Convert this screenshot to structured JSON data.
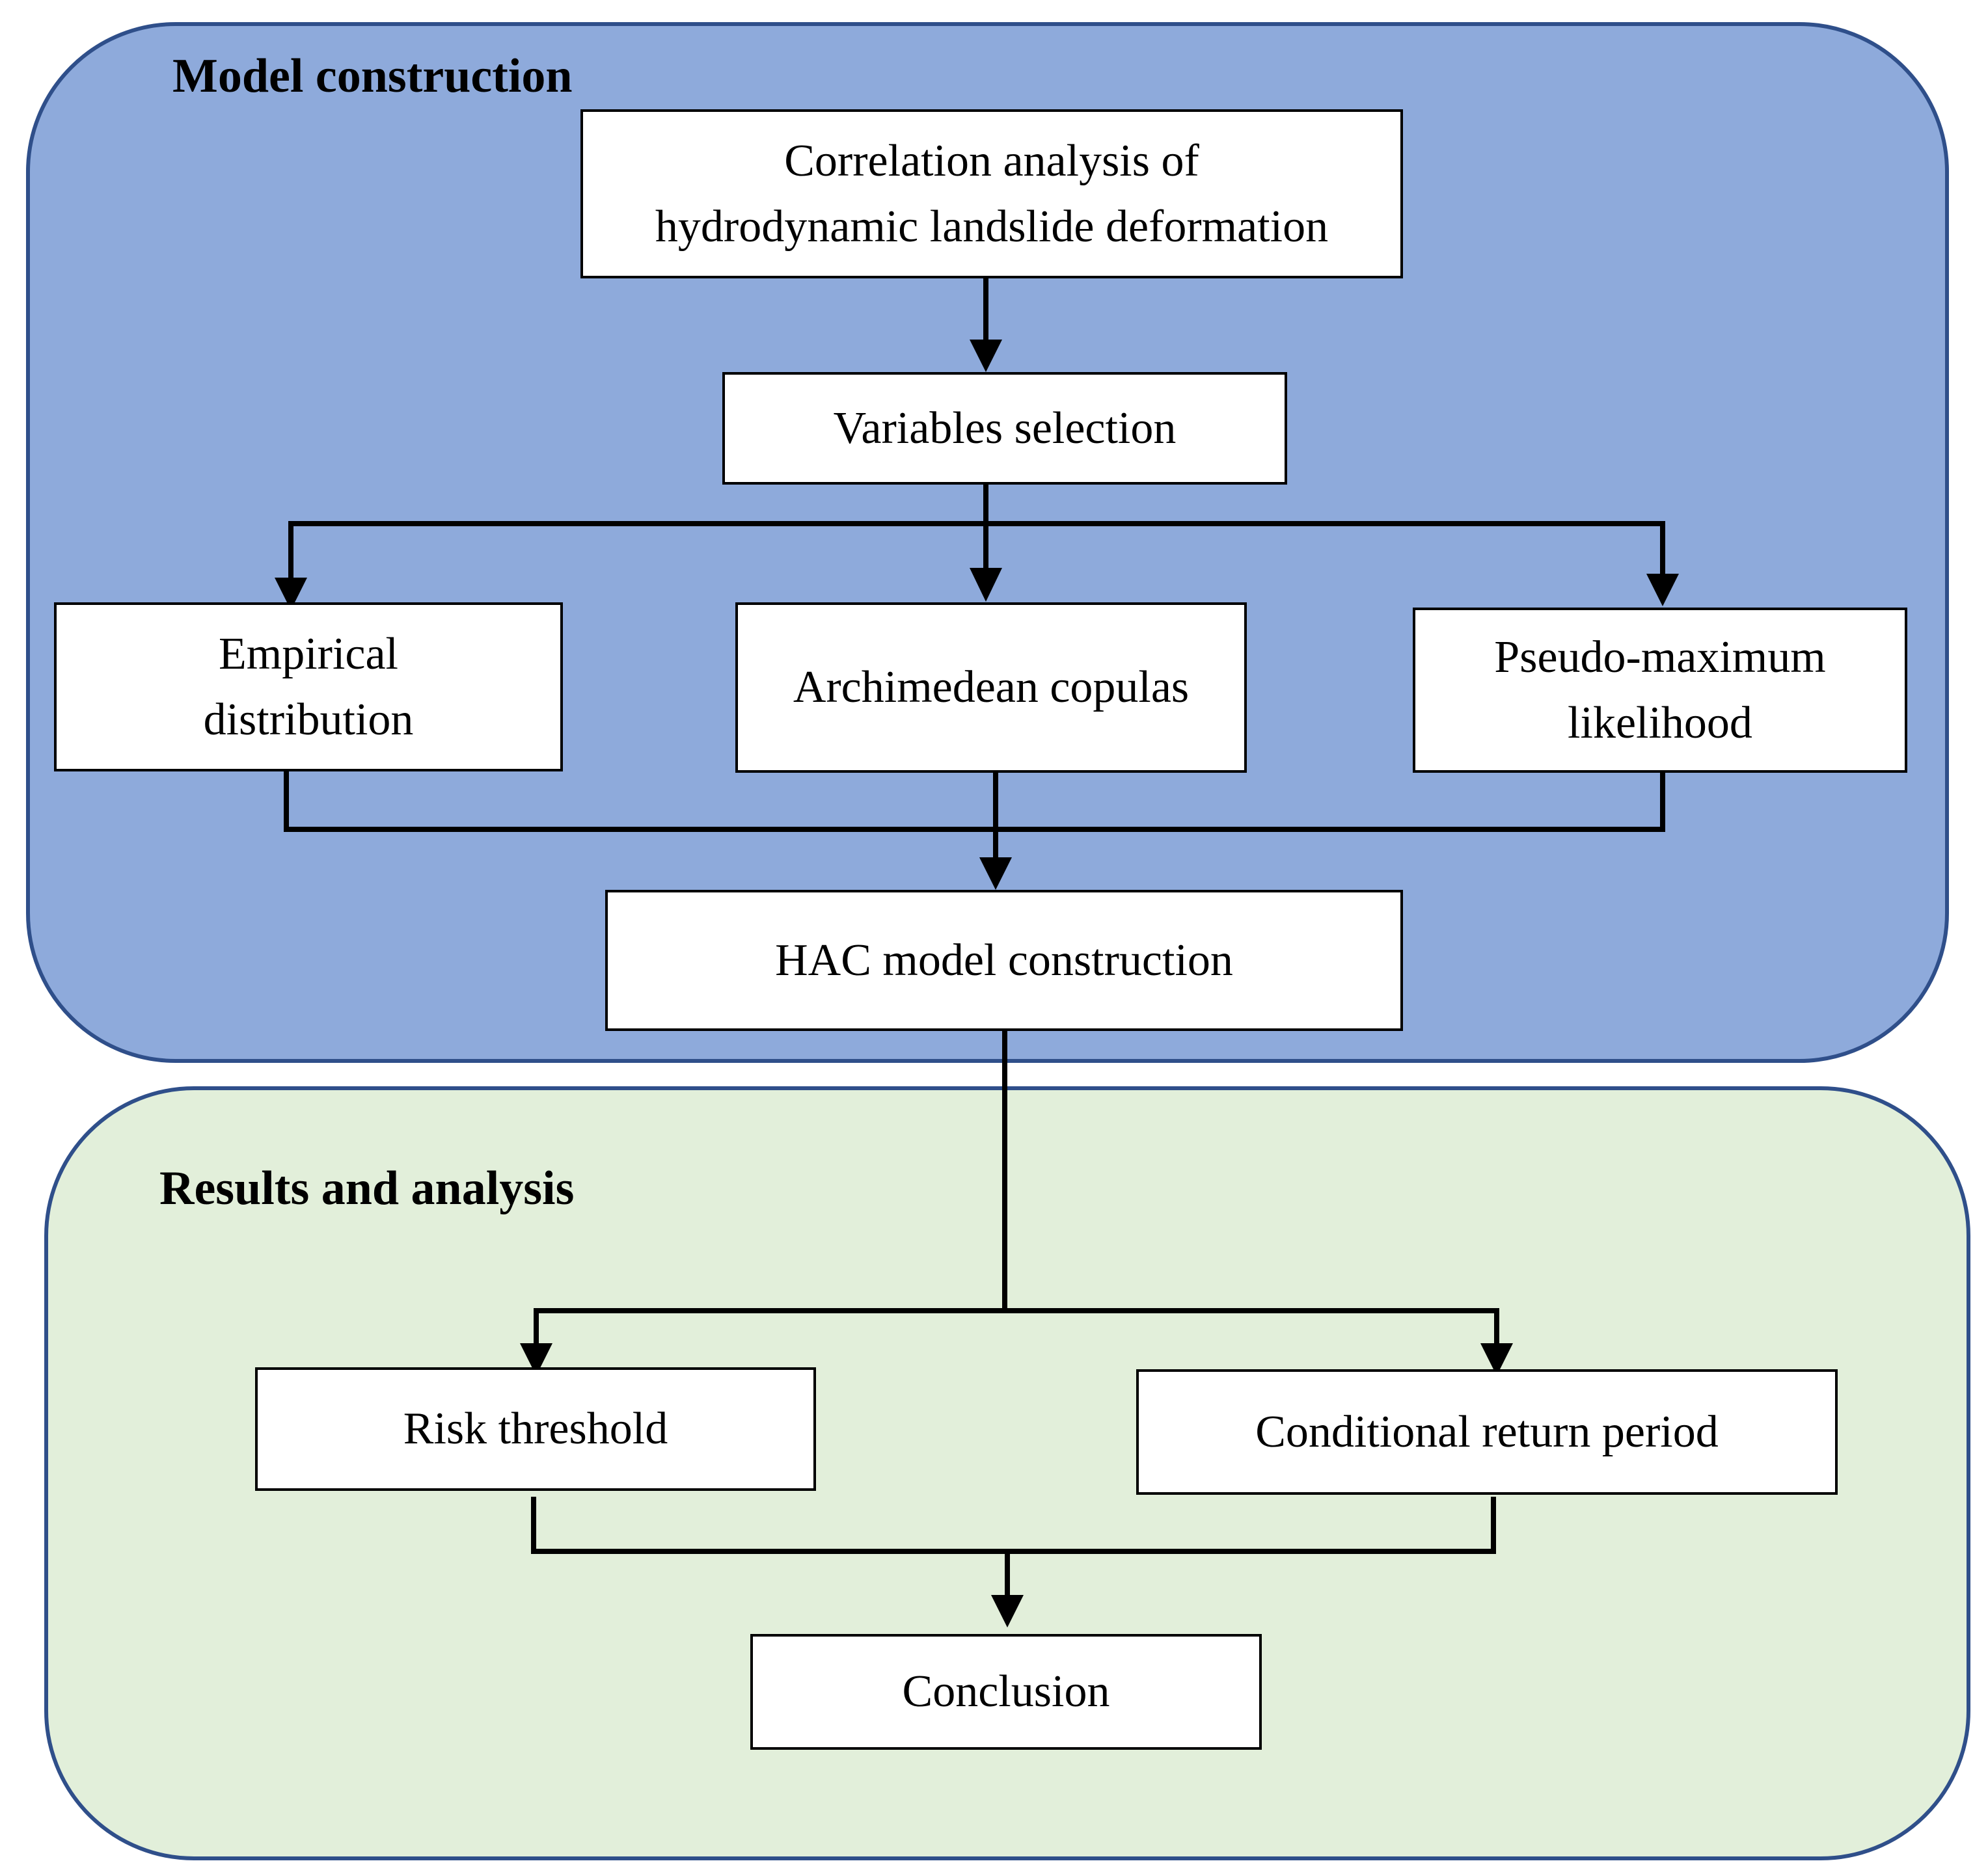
{
  "sections": {
    "model_construction": "Model construction",
    "results_analysis": "Results and analysis"
  },
  "nodes": {
    "correlation": [
      "Correlation analysis of",
      "hydrodynamic landslide deformation"
    ],
    "variables": "Variables selection",
    "empirical": [
      "Empirical",
      "distribution"
    ],
    "archimedean": "Archimedean copulas",
    "pseudo": [
      "Pseudo-maximum",
      "likelihood"
    ],
    "hac": "HAC model construction",
    "risk": "Risk threshold",
    "conditional": "Conditional return period",
    "conclusion": "Conclusion"
  },
  "edges": [
    [
      "correlation",
      "variables"
    ],
    [
      "variables",
      "empirical"
    ],
    [
      "variables",
      "archimedean"
    ],
    [
      "variables",
      "pseudo"
    ],
    [
      "empirical",
      "hac"
    ],
    [
      "archimedean",
      "hac"
    ],
    [
      "pseudo",
      "hac"
    ],
    [
      "hac",
      "risk"
    ],
    [
      "hac",
      "conditional"
    ],
    [
      "risk",
      "conclusion"
    ],
    [
      "conditional",
      "conclusion"
    ]
  ],
  "colors": {
    "model_panel": "#8eaadb",
    "results_panel": "#e2efda",
    "panel_border": "#2f4f8a"
  }
}
